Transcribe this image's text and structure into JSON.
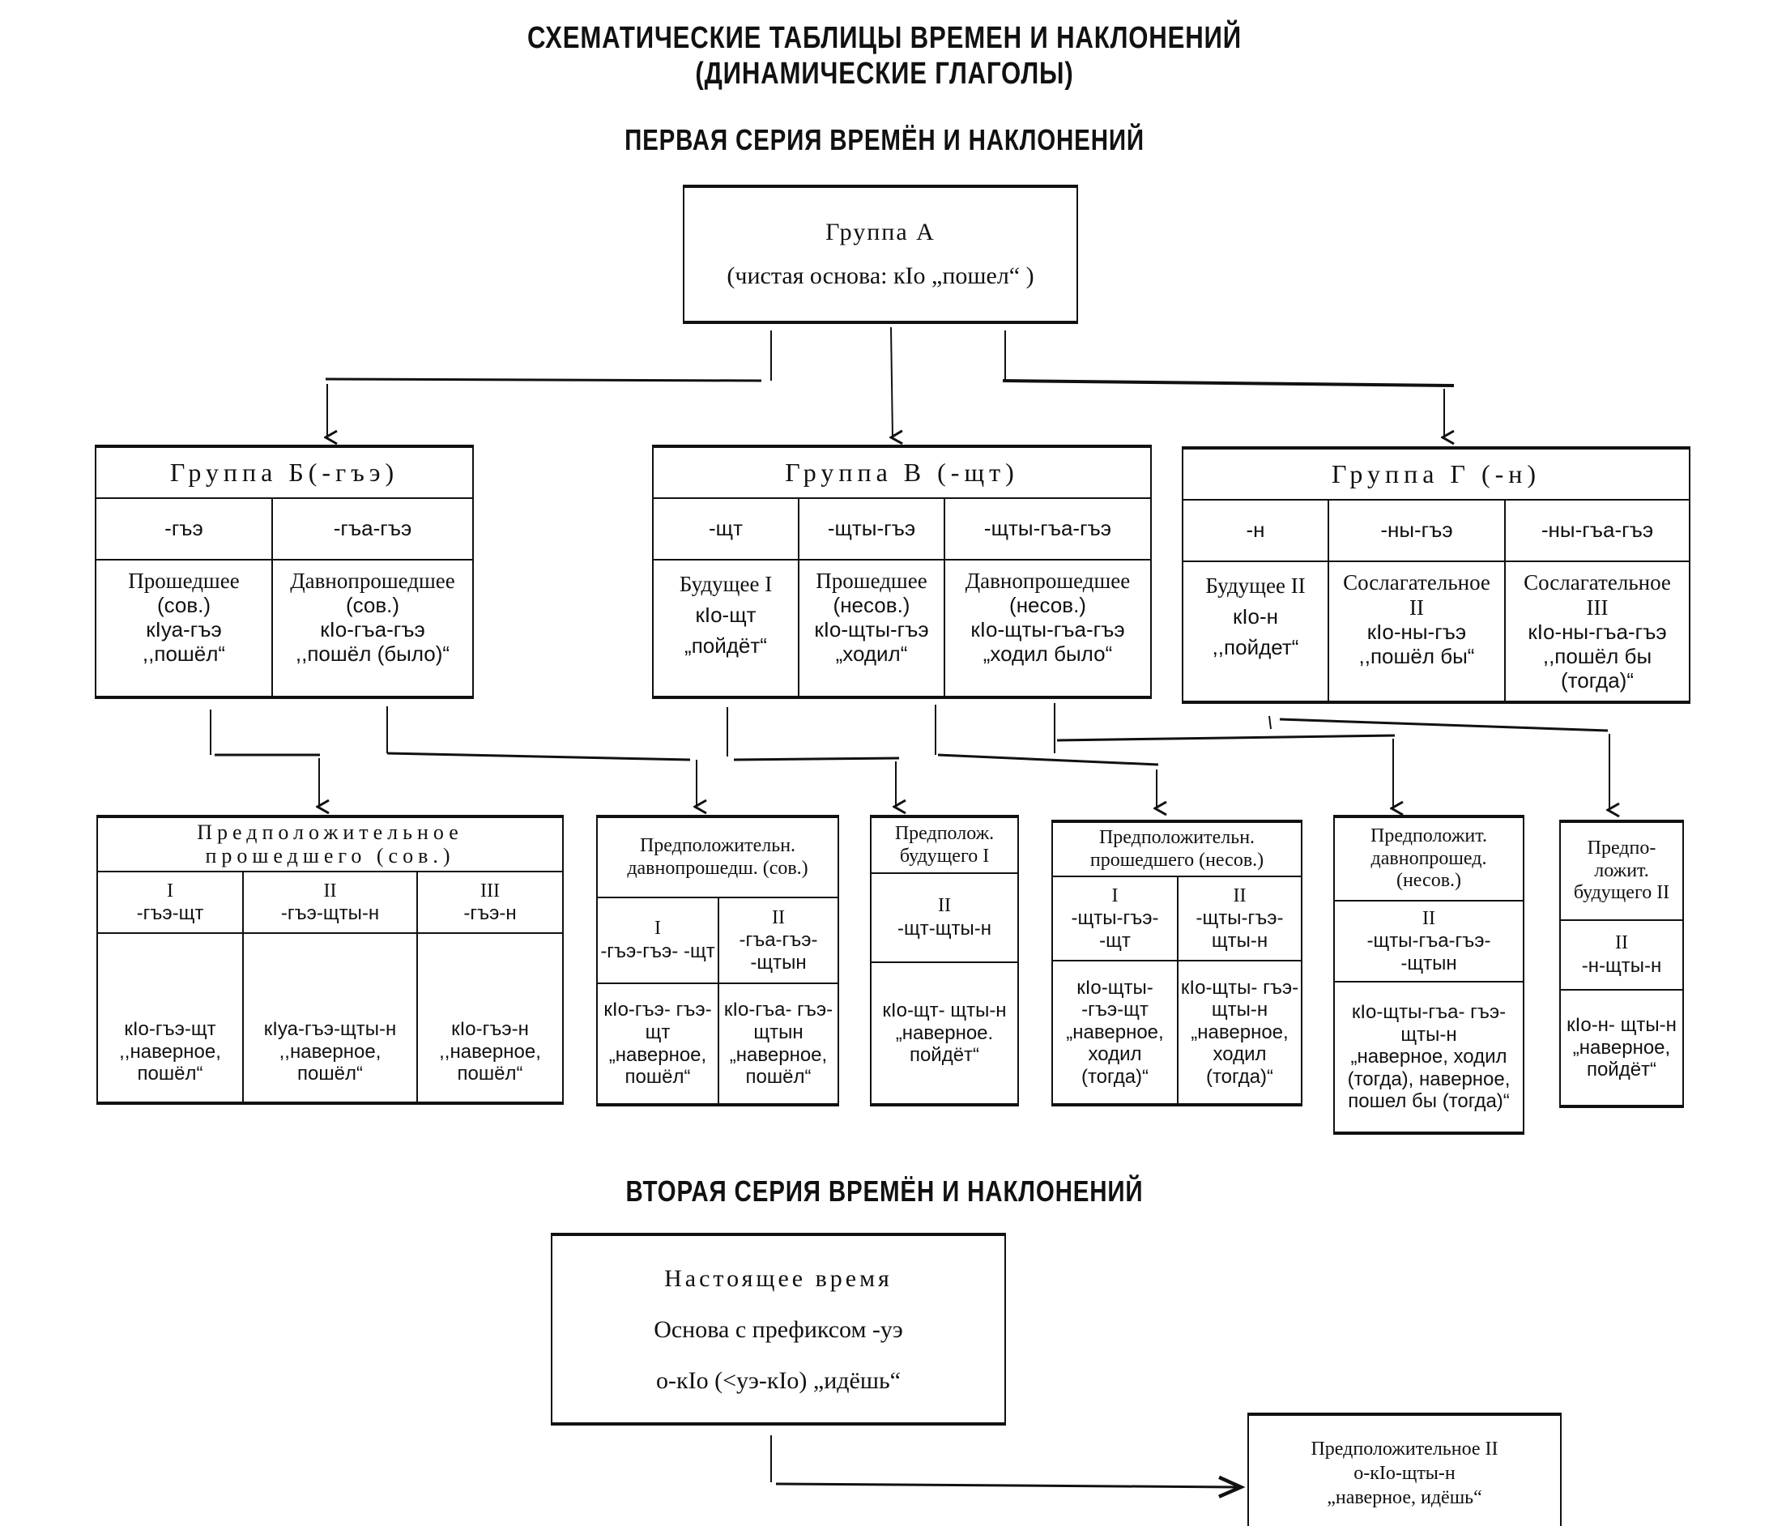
{
  "title": {
    "line1": "СХЕМАТИЧЕСКИЕ ТАБЛИЦЫ ВРЕМЕН И НАКЛОНЕНИЙ",
    "line2": "(ДИНАМИЧЕСКИЕ ГЛАГОЛЫ)"
  },
  "series1": {
    "heading": "ПЕРВАЯ СЕРИЯ ВРЕМЁН И НАКЛОНЕНИЙ",
    "group_a": {
      "title": "Группа А",
      "desc": "(чистая основа: кIо „пошел“ )"
    },
    "group_b": {
      "title": "Группа Б(-гъэ)",
      "cols": [
        {
          "suffix": "-гъэ",
          "name": "Прошедшее",
          "aspect": "(сов.)",
          "form": "кIуа-гъэ",
          "gloss": ",,пошёл“"
        },
        {
          "suffix": "-гъа-гъэ",
          "name": "Давнопрошедшее",
          "aspect": "(сов.)",
          "form": "кIо-гъа-гъэ",
          "gloss": ",,пошёл (было)“"
        }
      ]
    },
    "group_v": {
      "title": "Группа В (-щт)",
      "cols": [
        {
          "suffix": "-щт",
          "name": "Будущее I",
          "aspect": "",
          "form": "кIо-щт",
          "gloss": "„пойдёт“"
        },
        {
          "suffix": "-щты-гъэ",
          "name": "Прошедшее",
          "aspect": "(несов.)",
          "form": "кIо-щты-гъэ",
          "gloss": "„ходил“"
        },
        {
          "suffix": "-щты-гъа-гъэ",
          "name": "Давнопрошедшее",
          "aspect": "(несов.)",
          "form": "кIо-щты-гъа-гъэ",
          "gloss": "„ходил было“"
        }
      ]
    },
    "group_g": {
      "title": "Группа Г (-н)",
      "cols": [
        {
          "suffix": "-н",
          "name": "Будущее II",
          "aspect": "",
          "form": "кIо-н",
          "gloss": ",,пойдет“"
        },
        {
          "suffix": "-ны-гъэ",
          "name": "Сослагательное",
          "aspect": "II",
          "form": "кIо-ны-гъэ",
          "gloss": ",,пошёл бы“"
        },
        {
          "suffix": "-ны-гъа-гъэ",
          "name": "Сослагательное",
          "aspect": "III",
          "form": "кIо-ны-гъа-гъэ",
          "gloss": ",,пошёл бы (тогда)“"
        }
      ]
    },
    "supp_past_perf": {
      "title_l1": "Предположительное",
      "title_l2": "прошедшего (сов.)",
      "cols": [
        {
          "num": "I",
          "suffix": "-гъэ-щт",
          "form": "кIо-гъэ-щт",
          "gloss": ",,наверное, пошёл“"
        },
        {
          "num": "II",
          "suffix": "-гъэ-щты-н",
          "form": "кIуа-гъэ-щты-н",
          "gloss": ",,наверное, пошёл“"
        },
        {
          "num": "III",
          "suffix": "-гъэ-н",
          "form": "кIо-гъэ-н",
          "gloss": ",,наверное, пошёл“"
        }
      ]
    },
    "supp_pluperf_perf": {
      "title": "Предположительн. давнопрошедш. (сов.)",
      "cols": [
        {
          "num": "I",
          "suffix": "-гъэ-гъэ- -щт",
          "form": "кIо-гъэ- гъэ-щт",
          "gloss": "„наверное, пошёл“"
        },
        {
          "num": "II",
          "suffix": "-гъа-гъэ- -щтын",
          "form": "кIо-гъа- гъэ-щтын",
          "gloss": "„наверное, пошёл“"
        }
      ]
    },
    "supp_future1": {
      "title": "Предполож. будущего I",
      "num": "II",
      "suffix": "-щт-щты-н",
      "form": "кIо-щт- щты-н",
      "gloss": "„наверное. пойдёт“"
    },
    "supp_past_imperf": {
      "title": "Предположительн. прошедшего (несов.)",
      "cols": [
        {
          "num": "I",
          "suffix": "-щты-гъэ- -щт",
          "form": "кIо-щты- -гъэ-щт",
          "gloss": "„наверное, ходил (тогда)“"
        },
        {
          "num": "II",
          "suffix": "-щты-гъэ- щты-н",
          "form": "кIо-щты- гъэ-щты-н",
          "gloss": "„наверное, ходил (тогда)“"
        }
      ]
    },
    "supp_pluperf_imperf": {
      "title": "Предположит. давнопрошед. (несов.)",
      "num": "II",
      "suffix": "-щты-гъа-гъэ- -щтын",
      "form": "кIо-щты-гъа- гъэ-щты-н",
      "gloss": "„наверное, ходил (тогда), наверное, пошел бы (тогда)“"
    },
    "supp_future2": {
      "title": "Предпо- ложит. будущего II",
      "num": "II",
      "suffix": "-н-щты-н",
      "form": "кIо-н- щты-н",
      "gloss": "„наверное, пойдёт“"
    }
  },
  "series2": {
    "heading": "ВТОРАЯ СЕРИЯ ВРЕМЁН И НАКЛОНЕНИЙ",
    "present": {
      "title": "Настоящее время",
      "desc": "Основа с префиксом -уэ",
      "example": "о-кIо (<уэ-кIо) „идёшь“"
    },
    "supp2": {
      "title": "Предположительное II",
      "form": "о-кIо-щты-н",
      "gloss": "„наверное, идёшь“"
    }
  }
}
